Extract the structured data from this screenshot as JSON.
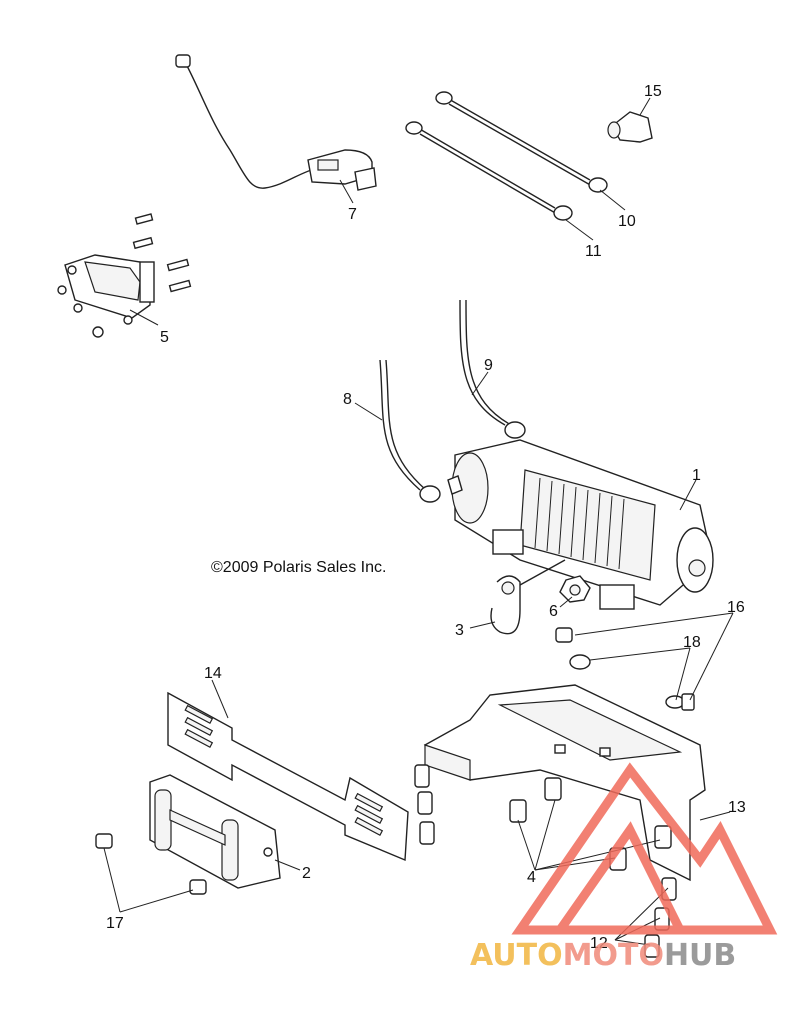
{
  "diagram": {
    "copyright": "©2009 Polaris Sales Inc.",
    "callouts": [
      "1",
      "2",
      "3",
      "4",
      "5",
      "6",
      "7",
      "8",
      "9",
      "10",
      "11",
      "12",
      "13",
      "14",
      "15",
      "16",
      "17",
      "18"
    ],
    "watermark": {
      "part1": "AUTO",
      "part2": "MOTO",
      "part3": "HUB",
      "colors": {
        "auto": "#f2b640",
        "moto": "#f08a7a",
        "hub": "#8a8a8a",
        "triangle": "#f06a5a"
      }
    }
  }
}
